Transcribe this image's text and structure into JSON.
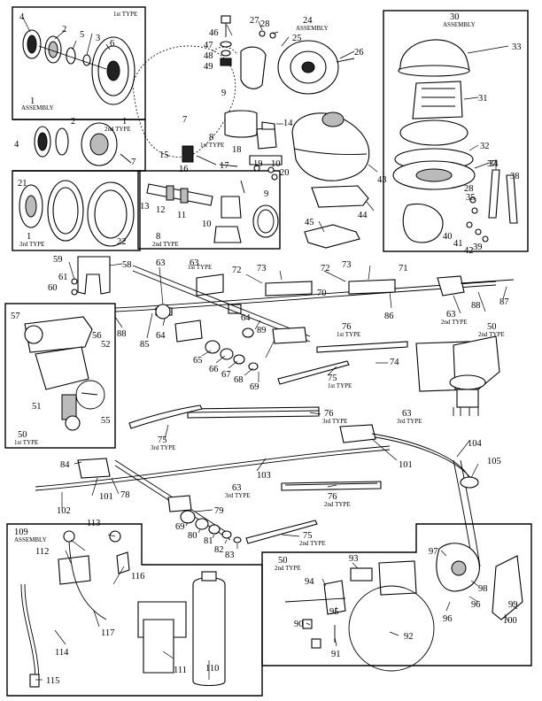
{
  "callouts": {
    "n1": "1",
    "n2": "2",
    "n3": "3",
    "n4": "4",
    "n5": "5",
    "n6": "6",
    "n7": "7",
    "n8": "8",
    "n9": "9",
    "n10": "10",
    "n11": "11",
    "n12": "12",
    "n13": "13",
    "n14": "14",
    "n15": "15",
    "n16": "16",
    "n17": "17",
    "n18": "18",
    "n19": "19",
    "n20": "20",
    "n21": "21",
    "n22": "22",
    "n24": "24",
    "n25": "25",
    "n26": "26",
    "n27": "27",
    "n28": "28",
    "n30": "30",
    "n31": "31",
    "n32": "32",
    "n33": "33",
    "n34": "34",
    "n35": "35",
    "n37": "37",
    "n38": "38",
    "n39": "39",
    "n40": "40",
    "n41": "41",
    "n42": "42",
    "n43": "43",
    "n44": "44",
    "n45": "45",
    "n46": "46",
    "n47": "47",
    "n48": "48",
    "n49": "49",
    "n50": "50",
    "n51": "51",
    "n52": "52",
    "n55": "55",
    "n56": "56",
    "n57": "57",
    "n58": "58",
    "n59": "59",
    "n60": "60",
    "n61": "61",
    "n63": "63",
    "n64": "64",
    "n65": "65",
    "n66": "66",
    "n67": "67",
    "n68": "68",
    "n69": "69",
    "n70": "70",
    "n71": "71",
    "n72": "72",
    "n73": "73",
    "n74": "74",
    "n75": "75",
    "n76": "76",
    "n78": "78",
    "n79": "79",
    "n80": "80",
    "n81": "81",
    "n82": "82",
    "n83": "83",
    "n84": "84",
    "n85": "85",
    "n86": "86",
    "n87": "87",
    "n88": "88",
    "n89": "89",
    "n90": "90",
    "n91": "91",
    "n92": "92",
    "n93": "93",
    "n94": "94",
    "n95": "95",
    "n96": "96",
    "n97": "97",
    "n98": "98",
    "n99": "99",
    "n100": "100",
    "n101": "101",
    "n102": "102",
    "n103": "103",
    "n104": "104",
    "n105": "105",
    "n109": "109",
    "n110": "110",
    "n111": "111",
    "n112": "112",
    "n113": "113",
    "n114": "114",
    "n115": "115",
    "n116": "116",
    "n117": "117"
  },
  "captions": {
    "assembly": "ASSEMBLY",
    "first_type": "1st TYPE",
    "second_type": "2nd TYPE",
    "third_type": "3rd TYPE"
  }
}
